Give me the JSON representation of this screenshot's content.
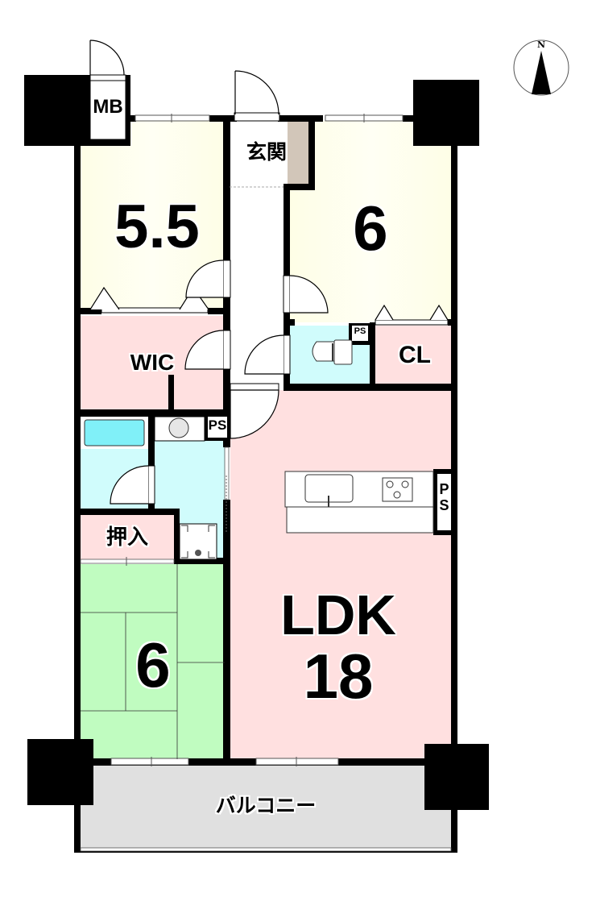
{
  "floor_plan": {
    "title": "Apartment floor plan",
    "layout_type": "3LDK",
    "colors": {
      "wall": "#000000",
      "western_room": "#fefee8",
      "closet": "#ffe0e0",
      "wet_area": "#d0fcfc",
      "bathtub": "#80f0f8",
      "tatami": "#c0fcc0",
      "ldk": "#ffe0e0",
      "balcony": "#e0e0e0",
      "entrance_floor": "#d0c4b8",
      "hall": "#ffffff"
    },
    "compass": {
      "label": "N",
      "icon": "north-arrow-icon"
    },
    "rooms": {
      "western_1": {
        "label": "5.5",
        "type": "Western room (jō)"
      },
      "western_2": {
        "label": "6",
        "type": "Western room (jō)"
      },
      "tatami": {
        "label": "6",
        "type": "Japanese tatami room (jō)"
      },
      "ldk": {
        "label_line1": "LDK",
        "label_line2": "18"
      },
      "entrance": {
        "label": "玄関"
      },
      "wic": {
        "label": "WIC"
      },
      "cl": {
        "label": "CL"
      },
      "oshiire": {
        "label": "押入"
      },
      "mb": {
        "label": "MB"
      },
      "ps_toilet": {
        "label": "PS"
      },
      "ps_wash": {
        "label": "PS"
      },
      "ps_kitchen": {
        "label": "P\nS",
        "line1": "P",
        "line2": "S"
      },
      "balcony": {
        "label": "バルコニー"
      }
    }
  }
}
